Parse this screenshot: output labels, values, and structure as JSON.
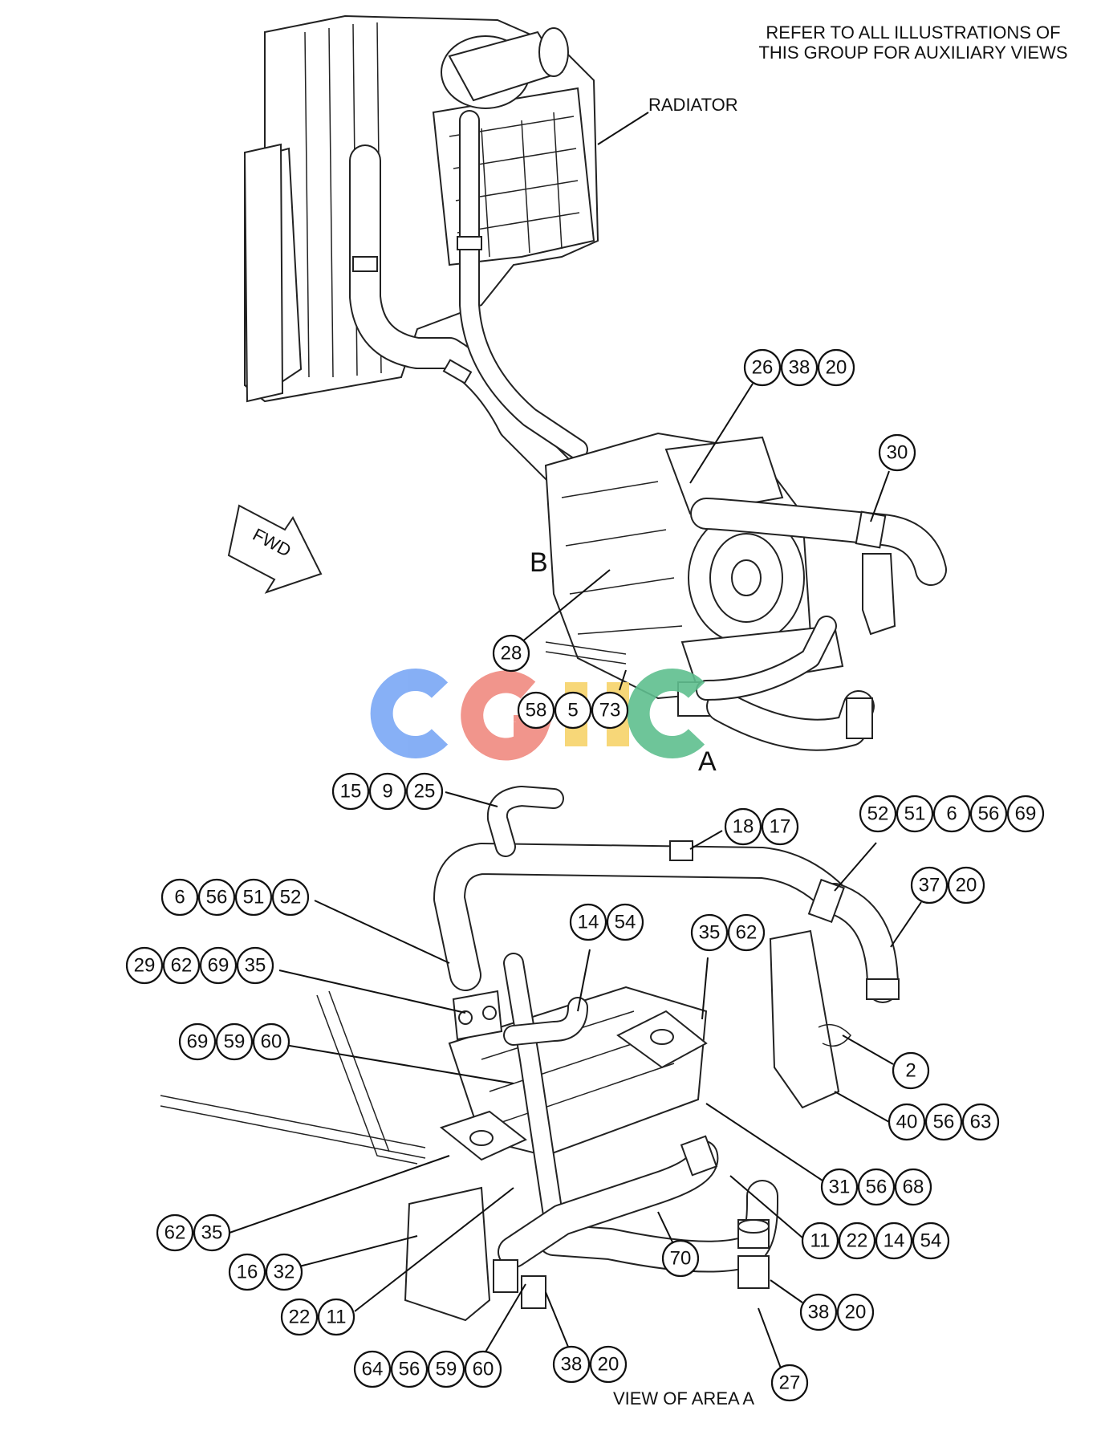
{
  "note": {
    "line1": "REFER TO ALL ILLUSTRATIONS OF",
    "line2": "THIS GROUP FOR AUXILIARY VIEWS"
  },
  "radiator_label": "RADIATOR",
  "fwd_label": "FWD",
  "view_label_b": "B",
  "view_label_a": "A",
  "view_caption": "VIEW OF AREA A",
  "watermark": "CGHC",
  "colors": {
    "watermark_blue": "#7aa7f5",
    "watermark_red": "#f08a80",
    "watermark_yellow": "#f7d36a",
    "watermark_green": "#5fbf8f"
  },
  "callouts": {
    "c1": [
      "26",
      "38",
      "20"
    ],
    "c2": [
      "30"
    ],
    "c3": [
      "28"
    ],
    "c4": [
      "58",
      "5",
      "73"
    ],
    "c5": [
      "15",
      "9",
      "25"
    ],
    "c6": [
      "18",
      "17"
    ],
    "c7": [
      "52",
      "51",
      "6",
      "56",
      "69"
    ],
    "c8": [
      "37",
      "20"
    ],
    "c9": [
      "6",
      "56",
      "51",
      "52"
    ],
    "c10": [
      "14",
      "54"
    ],
    "c11": [
      "35",
      "62"
    ],
    "c12": [
      "29",
      "62",
      "69",
      "35"
    ],
    "c13": [
      "69",
      "59",
      "60"
    ],
    "c14": [
      "2"
    ],
    "c15": [
      "40",
      "56",
      "63"
    ],
    "c16": [
      "31",
      "56",
      "68"
    ],
    "c17": [
      "62",
      "35"
    ],
    "c18": [
      "11",
      "22",
      "14",
      "54"
    ],
    "c19": [
      "16",
      "32"
    ],
    "c20": [
      "70"
    ],
    "c21": [
      "22",
      "11"
    ],
    "c22": [
      "38",
      "20"
    ],
    "c23": [
      "64",
      "56",
      "59",
      "60"
    ],
    "c24": [
      "38",
      "20"
    ],
    "c25": [
      "27"
    ]
  }
}
